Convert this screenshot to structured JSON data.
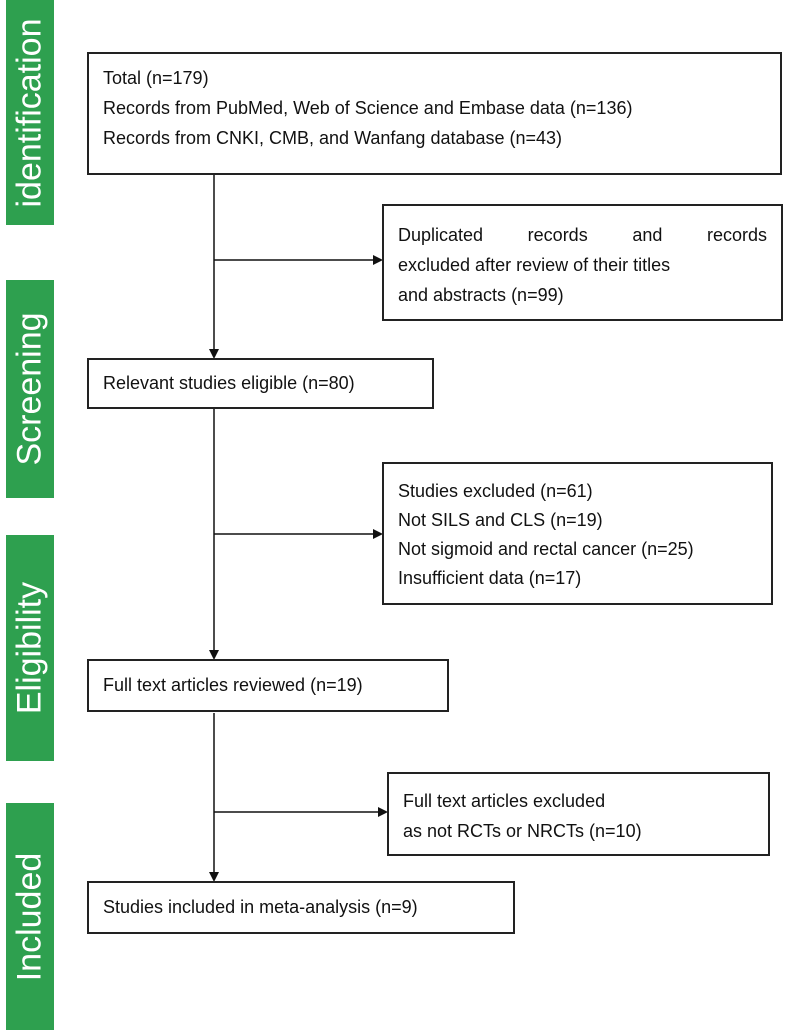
{
  "phases": [
    {
      "label": "identification"
    },
    {
      "label": "Screening"
    },
    {
      "label": "Eligibility"
    },
    {
      "label": "Included"
    }
  ],
  "boxes": {
    "records": {
      "lines": [
        "Total (n=179)",
        "Records from PubMed, Web of Science and Embase data (n=136)",
        "Records from CNKI, CMB, and Wanfang database (n=43)"
      ]
    },
    "duplicates_excluded": {
      "lines": [
        "Duplicated records and records",
        "excluded after review of their titles",
        "and abstracts (n=99)"
      ]
    },
    "eligible": {
      "lines": [
        "Relevant studies eligible (n=80)"
      ]
    },
    "studies_excluded": {
      "lines": [
        "Studies excluded (n=61)",
        "Not SILS and CLS (n=19)",
        "Not sigmoid and rectal cancer (n=25)",
        "Insufficient data (n=17)"
      ]
    },
    "full_text_reviewed": {
      "lines": [
        "Full text articles reviewed (n=19)"
      ]
    },
    "full_text_excluded": {
      "lines": [
        "Full text articles excluded",
        "as not RCTs or NRCTs (n=10)"
      ]
    },
    "included": {
      "lines": [
        "Studies included in meta-analysis (n=9)"
      ]
    }
  }
}
